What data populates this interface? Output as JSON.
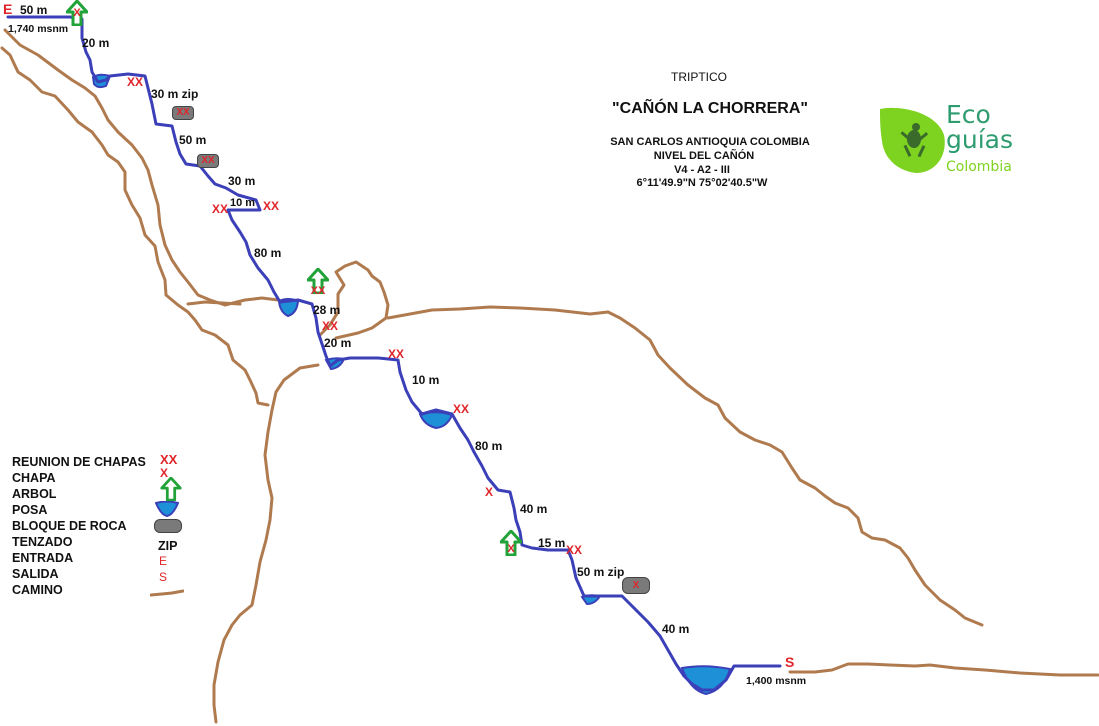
{
  "map": {
    "title": "TRIPTICO",
    "subtitle": "\"CAÑÓN LA CHORRERA\"",
    "location": "SAN CARLOS ANTIOQUIA COLOMBIA",
    "level_label": "NIVEL DEL CAÑÓN",
    "grade": "V4 - A2 - III",
    "coordinates": "6°11'49.9\"N 75°02'40.5\"W",
    "start_altitude": "1,740 msnm",
    "end_altitude": "1,400 msnm",
    "entrance_mark": "E",
    "exit_mark": "S"
  },
  "logo": {
    "line1": "Eco",
    "line2": "guías",
    "line3": "Colombia",
    "leaf_color": "#7ed321",
    "text_color": "#2e9c6f"
  },
  "route_labels": {
    "l50a": "50 m",
    "l20a": "20 m",
    "l30zip": "30 m zip",
    "l50b": "50 m",
    "l30": "30 m",
    "l10a": "10 m",
    "l80a": "80 m",
    "l28": "28 m",
    "l20b": "20 m",
    "l10b": "10 m",
    "l80b": "80 m",
    "l40a": "40 m",
    "l15": "15 m",
    "l50zip": "50 m zip",
    "l40b": "40 m"
  },
  "anchors": {
    "double": "XX",
    "single": "X"
  },
  "legend": {
    "reunion": "REUNION DE CHAPAS",
    "chapa": "CHAPA",
    "arbol": "ARBOL",
    "posa": "POSA",
    "bloque": "BLOQUE DE ROCA",
    "tenzado": "TENZADO",
    "entrada": "ENTRADA",
    "salida": "SALIDA",
    "camino": "CAMINO",
    "sym_reunion": "XX",
    "sym_chapa": "X",
    "sym_zip": "ZIP",
    "sym_e": "E",
    "sym_s": "S"
  },
  "colors": {
    "canyon": "#3b3fb8",
    "trail": "#b07a4f",
    "pool": "#1e90d8",
    "anchor": "#e0252a",
    "tree": "#22a33a",
    "rock": "#7a7a7a"
  }
}
